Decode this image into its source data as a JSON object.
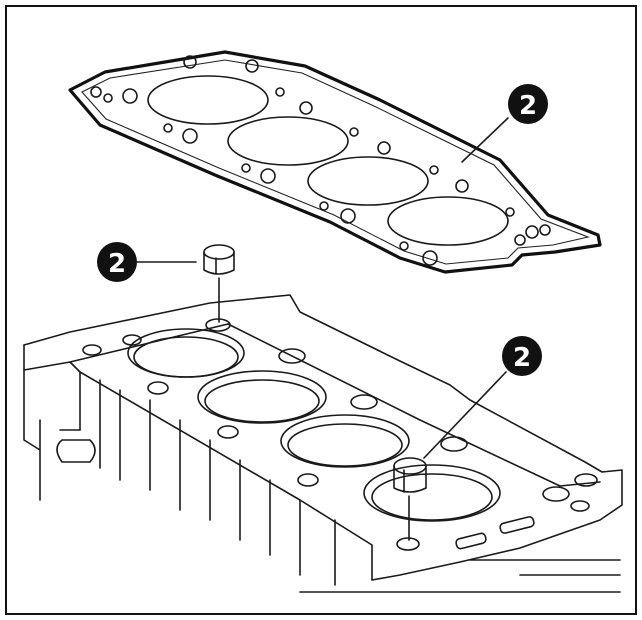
{
  "callouts": [
    {
      "id": "gasket",
      "label": "2"
    },
    {
      "id": "dowel-left",
      "label": "2"
    },
    {
      "id": "dowel-right",
      "label": "2"
    }
  ],
  "colors": {
    "ink": "#111111",
    "paper": "#ffffff",
    "callout_text": "#ffffff"
  }
}
